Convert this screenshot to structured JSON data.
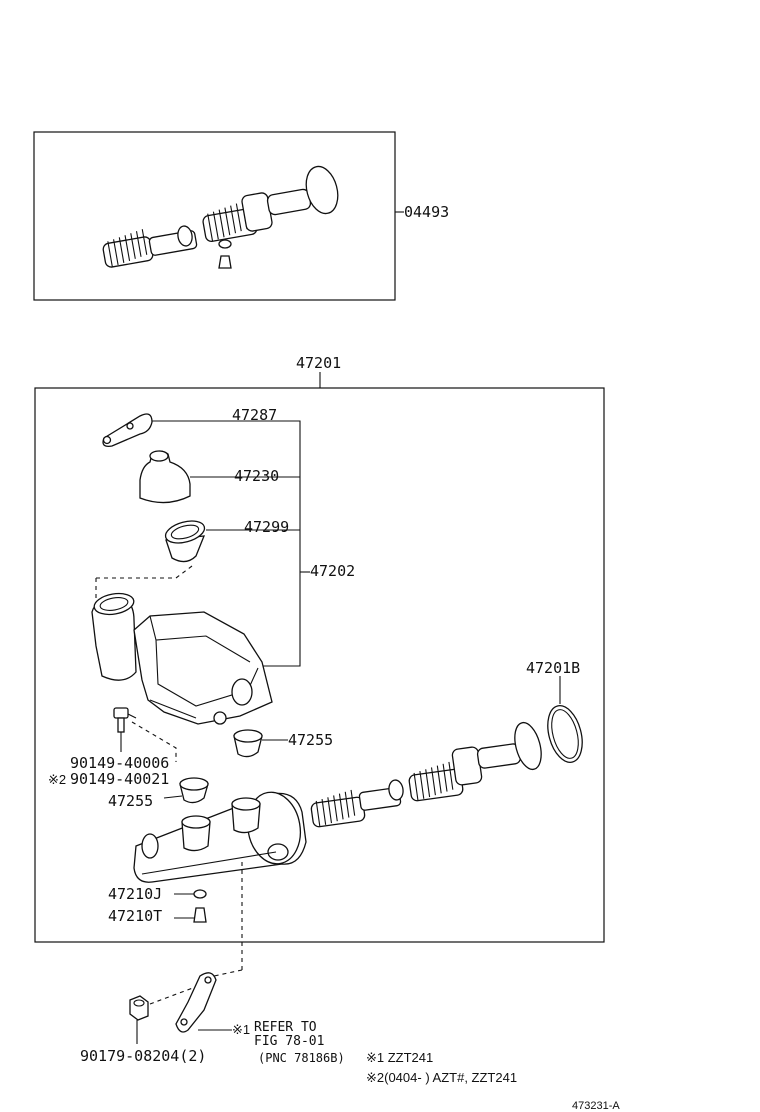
{
  "labels": {
    "kit_04493": "04493",
    "assy_47201": "47201",
    "p47287": "47287",
    "p47230": "47230",
    "p47299": "47299",
    "p47202": "47202",
    "p47201B": "47201B",
    "p47255a": "47255",
    "p90149_40006": "90149-40006",
    "p90149_40021_mark": "※2",
    "p90149_40021": "90149-40021",
    "p47255b": "47255",
    "p47210J": "47210J",
    "p47210T": "47210T",
    "p90179": "90179-08204(2)",
    "note_mark": "※1",
    "note_line1": "REFER TO",
    "note_line2": "FIG 78-01",
    "note_line3": "(PNC 78186B)"
  },
  "legend": {
    "line1": "※1 ZZT241",
    "line2": "※2(0404-        ) AZT#, ZZT241"
  },
  "figure_id": "473231-A"
}
